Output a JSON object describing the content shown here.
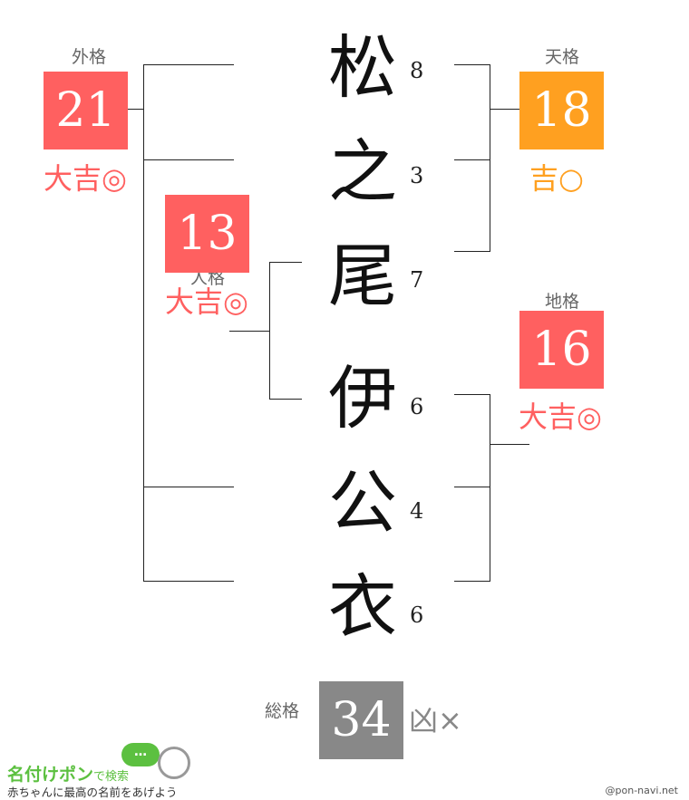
{
  "name": {
    "chars": [
      "松",
      "之",
      "尾",
      "伊",
      "公",
      "衣"
    ],
    "strokes": [
      "8",
      "3",
      "7",
      "6",
      "4",
      "6"
    ]
  },
  "gaikaku": {
    "label": "外格",
    "value": "21",
    "fortune": "大吉◎",
    "color": "#ff6060"
  },
  "tenkaku": {
    "label": "天格",
    "value": "18",
    "fortune": "吉○",
    "color": "#ffa020"
  },
  "jinkaku": {
    "label": "人格",
    "value": "13",
    "fortune": "大吉◎",
    "color": "#ff6060"
  },
  "chikaku": {
    "label": "地格",
    "value": "16",
    "fortune": "大吉◎",
    "color": "#ff6060"
  },
  "soukaku": {
    "label": "総格",
    "value": "34",
    "fortune": "凶×",
    "color": "#888888"
  },
  "logo": {
    "title": "名付けポン",
    "suffix": "で検索",
    "bubble": "…",
    "tagline": "赤ちゃんに最高の名前をあげよう"
  },
  "credit": "@pon-navi.net"
}
